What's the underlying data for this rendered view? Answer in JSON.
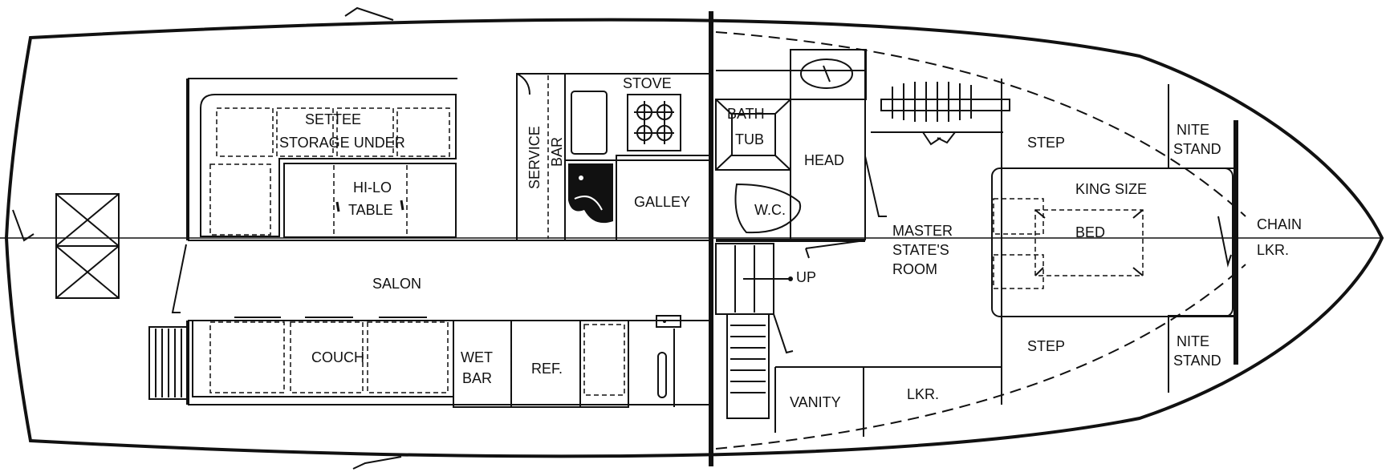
{
  "labels": {
    "stove": "STOVE",
    "settee": "SETTEE",
    "storage_under": "STORAGE UNDER",
    "hi_lo": "HI-LO",
    "table": "TABLE",
    "service": "SERVICE",
    "bar": "BAR",
    "galley": "GALLEY",
    "salon": "SALON",
    "couch": "COUCH",
    "wet": "WET",
    "wet_bar": "BAR",
    "ref": "REF.",
    "bath": "BATH",
    "tub": "TUB",
    "head": "HEAD",
    "wc": "W.C.",
    "up": "UP",
    "master": "MASTER",
    "states": "STATE'S",
    "room": "ROOM",
    "vanity": "VANITY",
    "lkr": "LKR.",
    "step_top": "STEP",
    "step_bottom": "STEP",
    "king_size": "KING SIZE",
    "bed": "BED",
    "nite_top": "NITE",
    "stand_top": "STAND",
    "nite_bottom": "NITE",
    "stand_bottom": "STAND",
    "chain": "CHAIN",
    "chain_lkr": "LKR."
  }
}
